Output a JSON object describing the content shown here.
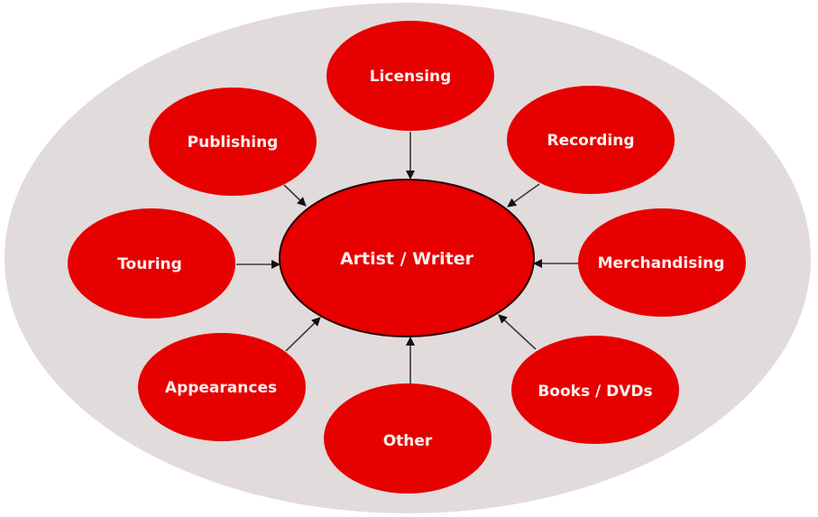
{
  "colors": {
    "background": "#ffffff",
    "outer_ring": "#e2dbdb",
    "node_fill": "#e60000",
    "center_stroke": "#2a0000",
    "arrow": "#3a3a3a",
    "label": "#fdeeee"
  },
  "diagram": {
    "center": {
      "label": "Artist / Writer"
    },
    "satellites": [
      {
        "id": "licensing",
        "label": "Licensing"
      },
      {
        "id": "publishing",
        "label": "Publishing"
      },
      {
        "id": "recording",
        "label": "Recording"
      },
      {
        "id": "touring",
        "label": "Touring"
      },
      {
        "id": "merchandising",
        "label": "Merchandising"
      },
      {
        "id": "appearances",
        "label": "Appearances"
      },
      {
        "id": "books-dvds",
        "label": "Books / DVDs"
      },
      {
        "id": "other",
        "label": "Other"
      }
    ],
    "edges": [
      {
        "from": "licensing",
        "to": "center"
      },
      {
        "from": "publishing",
        "to": "center"
      },
      {
        "from": "recording",
        "to": "center"
      },
      {
        "from": "touring",
        "to": "center"
      },
      {
        "from": "merchandising",
        "to": "center"
      },
      {
        "from": "appearances",
        "to": "center"
      },
      {
        "from": "books-dvds",
        "to": "center"
      },
      {
        "from": "other",
        "to": "center"
      }
    ]
  }
}
